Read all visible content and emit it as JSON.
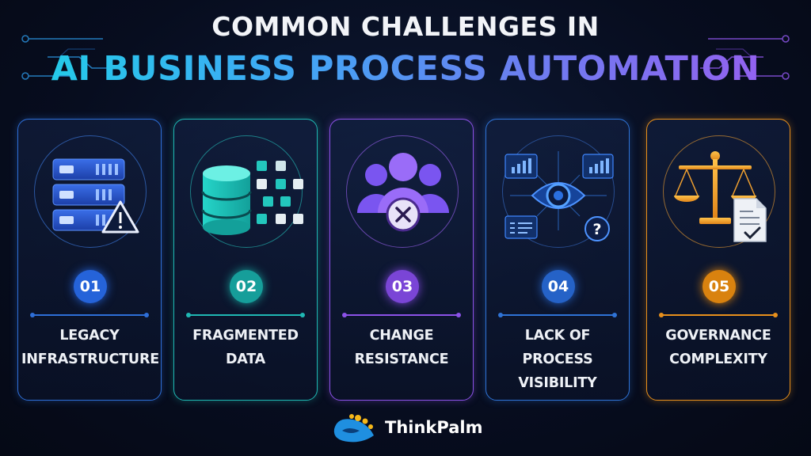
{
  "title": {
    "line1": "COMMON CHALLENGES IN",
    "line2": "AI BUSINESS PROCESS AUTOMATION"
  },
  "cards": [
    {
      "number": "01",
      "label_line1": "LEGACY",
      "label_line2": "INFRASTRUCTURE",
      "icon": "server-warning-icon",
      "color": "#2e6fd8"
    },
    {
      "number": "02",
      "label_line1": "FRAGMENTED",
      "label_line2": "DATA",
      "icon": "database-fragments-icon",
      "color": "#1fb8b3"
    },
    {
      "number": "03",
      "label_line1": "CHANGE",
      "label_line2": "RESISTANCE",
      "icon": "people-blocked-icon",
      "color": "#8c52e8"
    },
    {
      "number": "04",
      "label_line1": "LACK OF",
      "label_line2": "PROCESS VISIBILITY",
      "icon": "eye-dashboard-icon",
      "color": "#2f73d6"
    },
    {
      "number": "05",
      "label_line1": "GOVERNANCE",
      "label_line2": "COMPLEXITY",
      "icon": "scales-document-icon",
      "color": "#e8901c"
    }
  ],
  "brand": {
    "name": "ThinkPalm",
    "accent_blue": "#1f8fe0",
    "accent_yellow": "#f5b719"
  }
}
